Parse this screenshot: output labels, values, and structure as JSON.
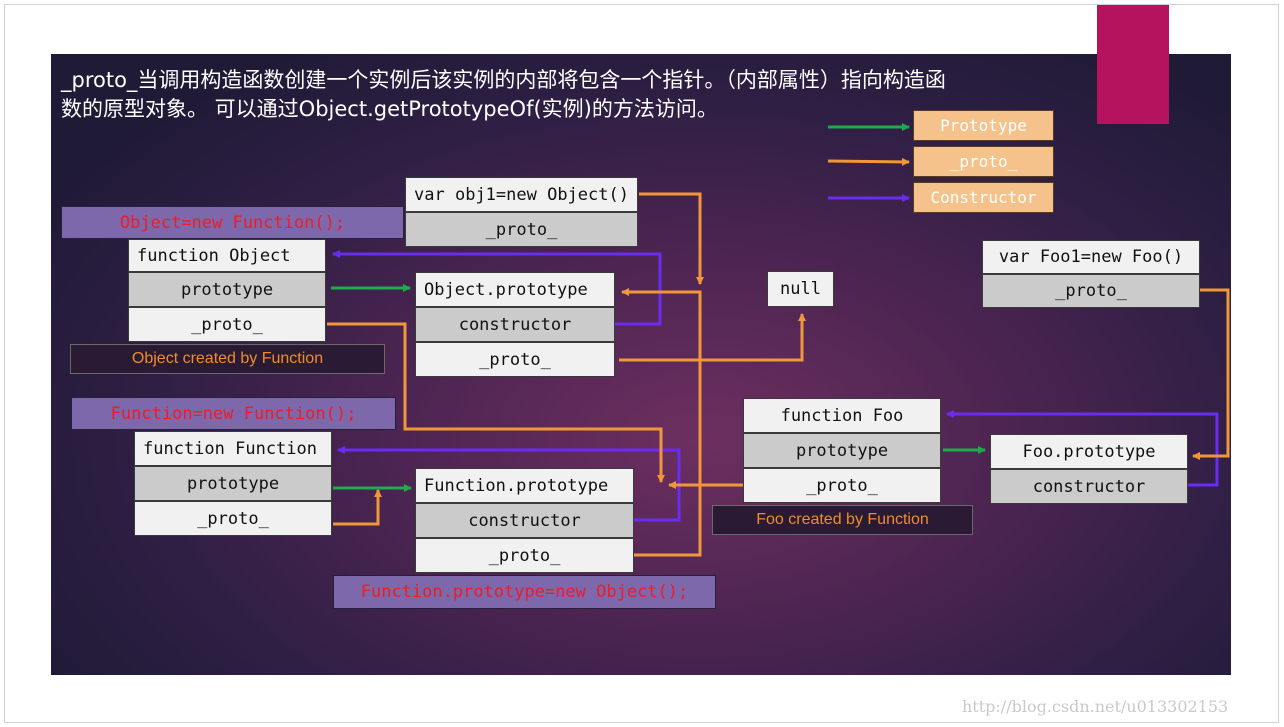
{
  "heading": {
    "line1": "_proto_当调用构造函数创建一个实例后该实例的内部将包含一个指针。（内部属性）指向构造函",
    "line2": "数的原型对象。 可以通过Object.getPrototypeOf(实例)的方法访问。"
  },
  "legend": {
    "prototype": "Prototype",
    "proto": "_proto_",
    "constructor": "Constructor"
  },
  "colors": {
    "prototype_arrow": "#1faa4c",
    "proto_arrow": "#f0973a",
    "constructor_arrow": "#6a2cf0",
    "banner_bg": "#7d68ac",
    "banner_text": "#ee1c24",
    "accent": "#b5135e"
  },
  "obj1": {
    "title": "var obj1=new Object()",
    "proto": "_proto_"
  },
  "object_banner": "Object=new Function();",
  "function_object": {
    "title": "function Object",
    "prototype": "prototype",
    "proto": "_proto_",
    "caption": "Object created by Function"
  },
  "object_prototype": {
    "title": "Object.prototype",
    "constructor": "constructor",
    "proto": "_proto_"
  },
  "null_box": "null",
  "foo1": {
    "title": "var Foo1=new Foo()",
    "proto": "_proto_"
  },
  "function_banner": "Function=new Function();",
  "function_function": {
    "title": "function Function",
    "prototype": "prototype",
    "proto": "_proto_"
  },
  "function_prototype": {
    "title": "Function.prototype",
    "constructor": "constructor",
    "proto": "_proto_",
    "banner": "Function.prototype=new Object();"
  },
  "function_foo": {
    "title": "function Foo",
    "prototype": "prototype",
    "proto": "_proto_",
    "caption": "Foo created by Function"
  },
  "foo_prototype": {
    "title": "Foo.prototype",
    "constructor": "constructor"
  },
  "watermark": "http://blog.csdn.net/u013302153"
}
